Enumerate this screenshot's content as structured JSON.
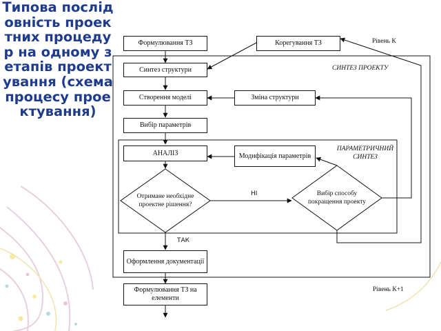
{
  "title": "Типова послідовність проектних процедур на одному з етапів проектування (схема процесу проектування)",
  "boxes": {
    "formulation": "Формулювання ТЗ",
    "correction": "Корегування ТЗ",
    "synthesis_structure": "Синтез структури",
    "model_creation": "Створення моделі",
    "structure_change": "Зміна структури",
    "parameter_choice": "Вибір параметрів",
    "analysis": "АНАЛІЗ",
    "param_modification": "Модифікація параметрів",
    "documentation": "Оформлення документації",
    "tz_elements": "Формулювання ТЗ на елементи"
  },
  "diamonds": {
    "decision": "Отримане необхідне проектне рішення?",
    "improvement": "Вибір способу покращення проекту"
  },
  "labels": {
    "level_k": "Рівень К",
    "level_k1": "Рівень К+1",
    "project_synthesis": "СИНТЕЗ ПРОЕКТУ",
    "parametric_synthesis": "ПАРАМЕТРИЧНИЙ СИНТЕЗ",
    "no": "НІ",
    "yes": "ТАК"
  }
}
